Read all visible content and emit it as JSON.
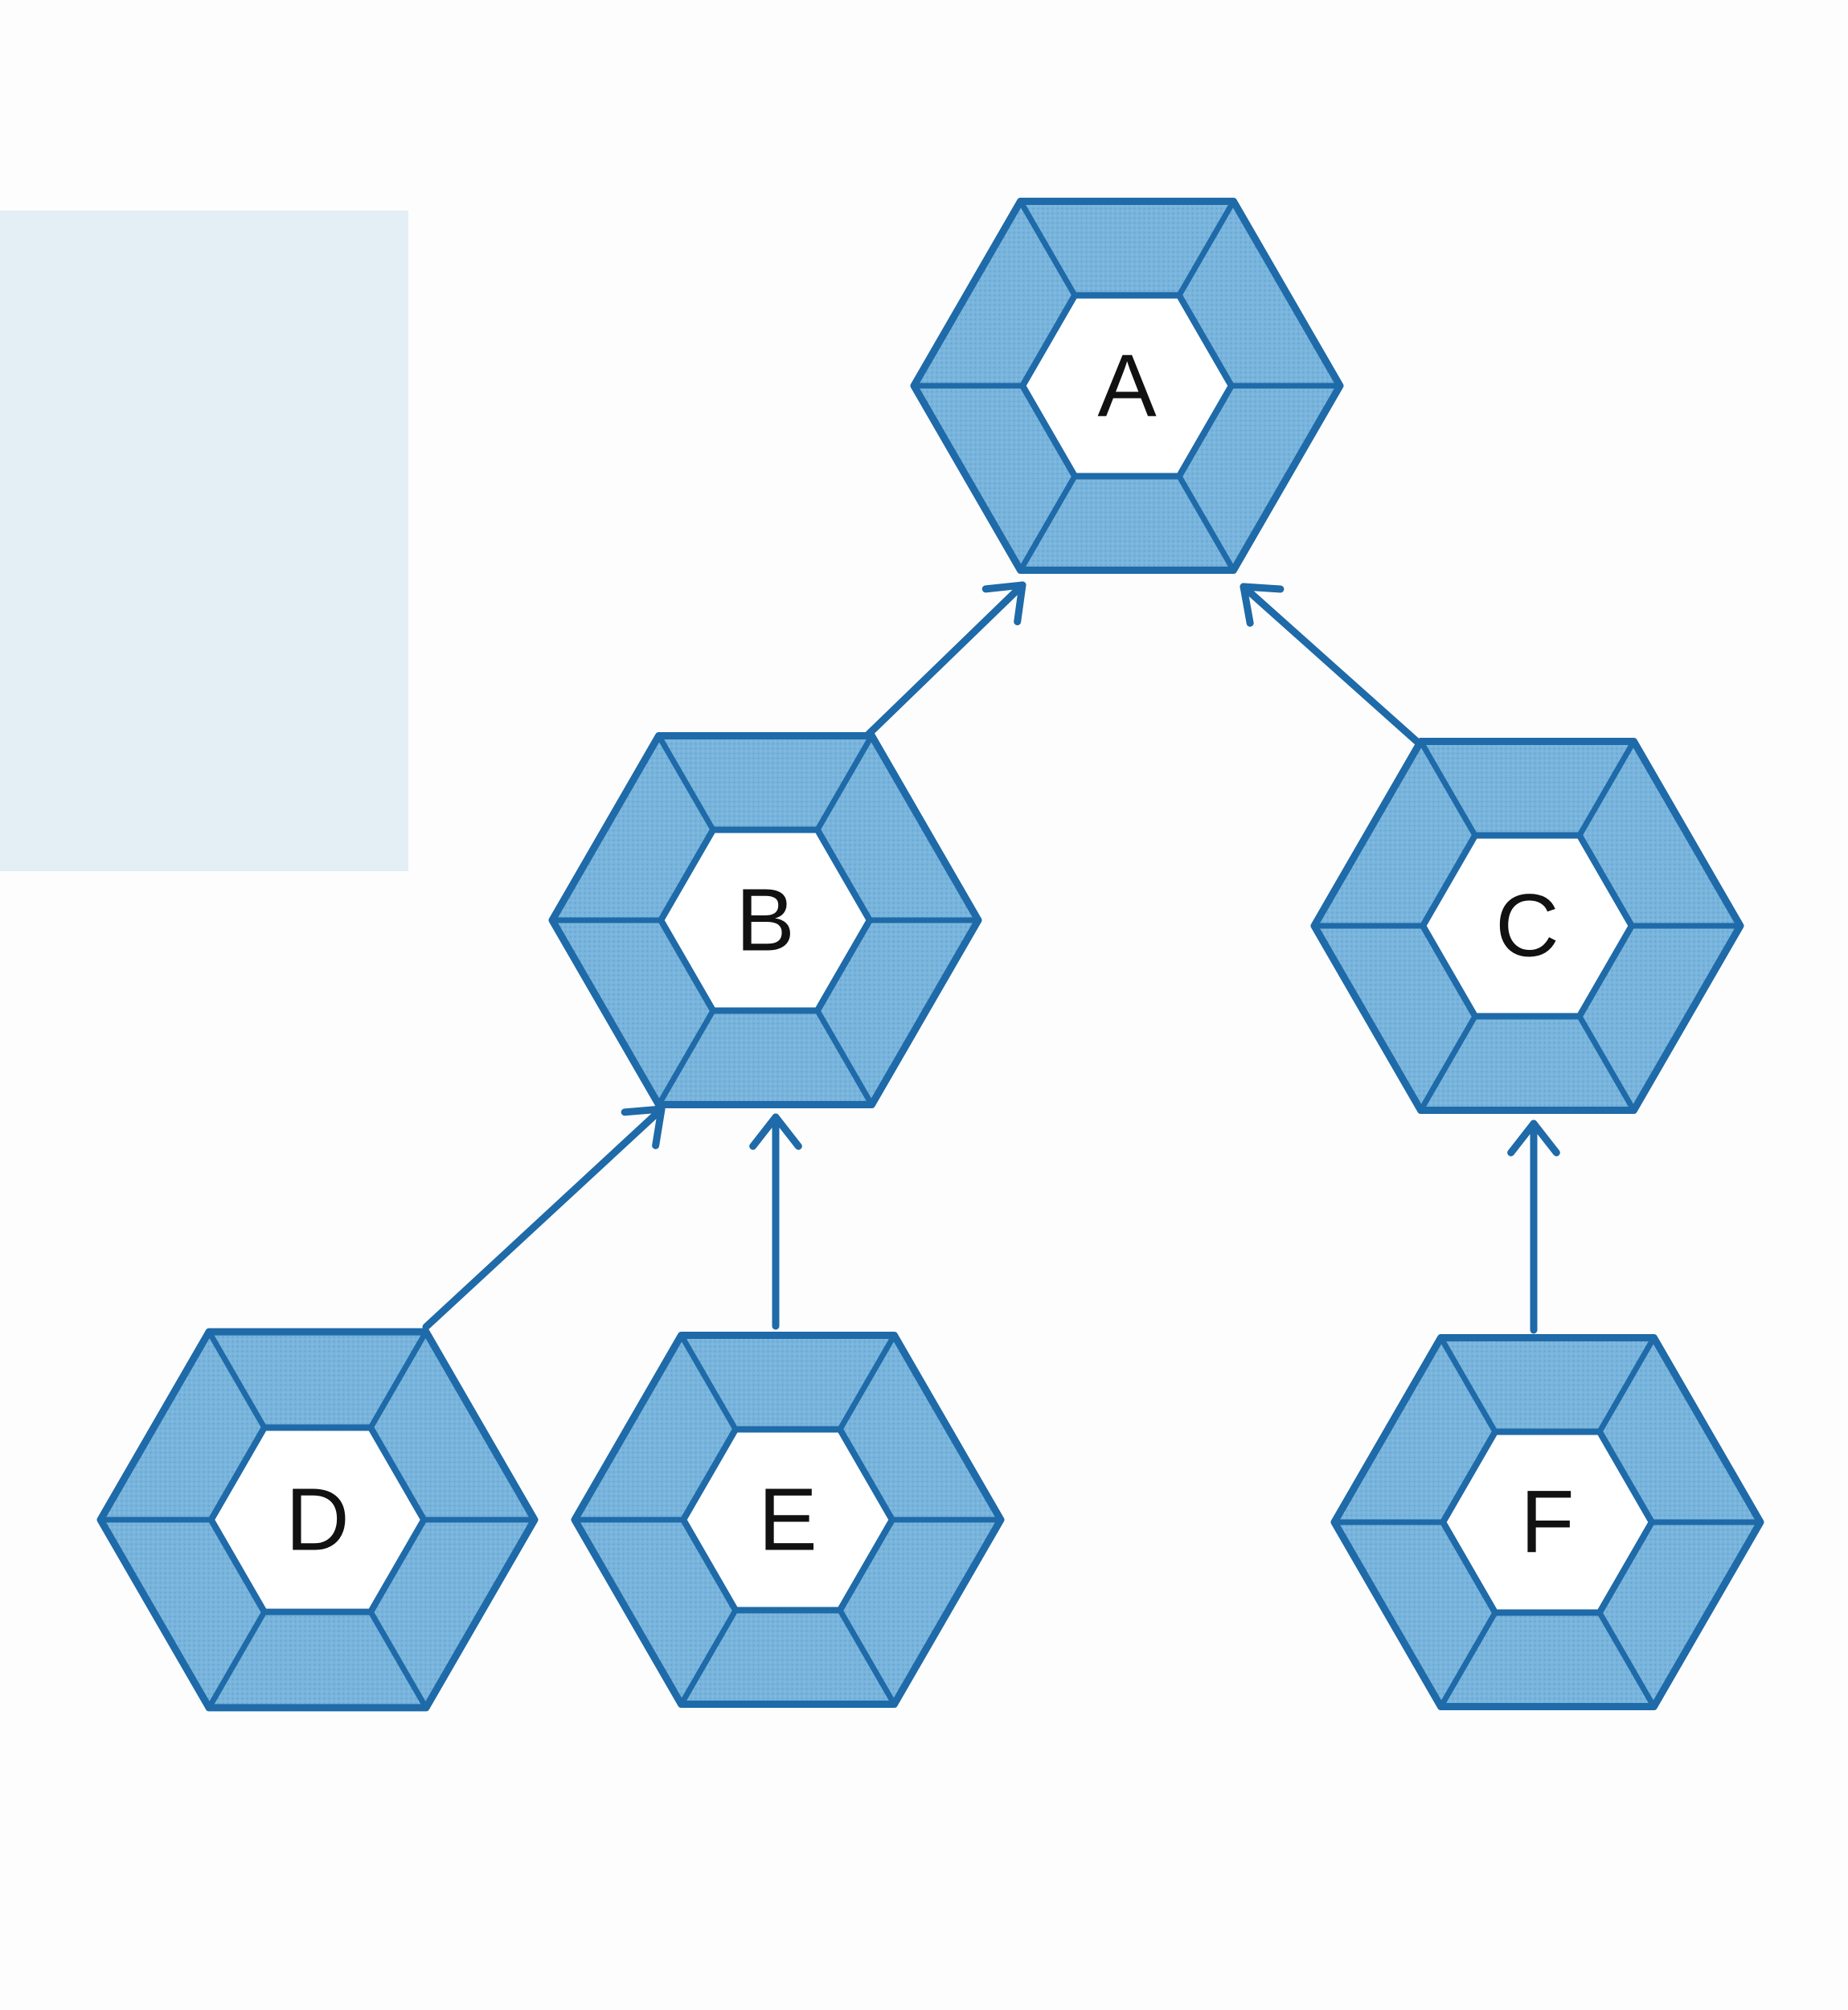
{
  "diagram": {
    "type": "tree",
    "edge_direction": "child-to-parent",
    "colors": {
      "fill": "#78b4dc",
      "stroke": "#1f6aa8",
      "inner": "#ffffff",
      "label": "#111111",
      "side_panel": "#e3eef5"
    },
    "nodes": [
      {
        "id": "A",
        "label": "A"
      },
      {
        "id": "B",
        "label": "B"
      },
      {
        "id": "C",
        "label": "C"
      },
      {
        "id": "D",
        "label": "D"
      },
      {
        "id": "E",
        "label": "E"
      },
      {
        "id": "F",
        "label": "F"
      }
    ],
    "edges": [
      {
        "from": "B",
        "to": "A"
      },
      {
        "from": "C",
        "to": "A"
      },
      {
        "from": "D",
        "to": "B"
      },
      {
        "from": "E",
        "to": "B"
      },
      {
        "from": "F",
        "to": "C"
      }
    ]
  }
}
